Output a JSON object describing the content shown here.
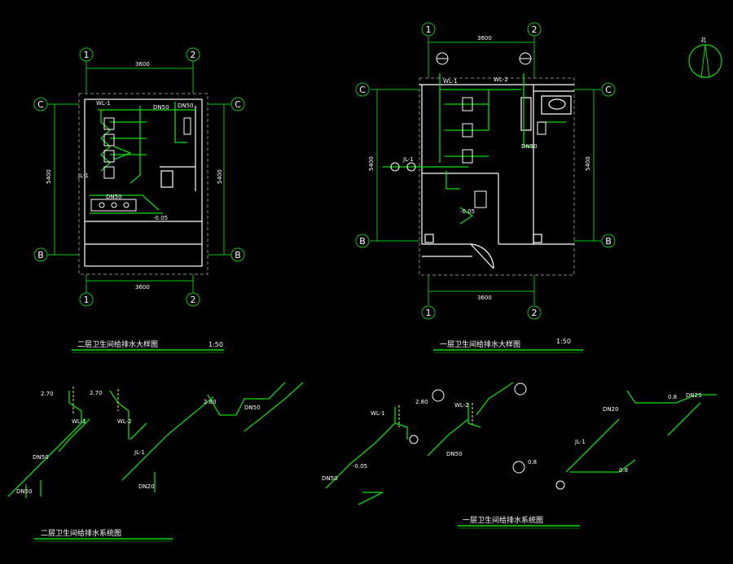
{
  "colors": {
    "background": "#000000",
    "pipe": "#00e000",
    "wall": "#ffffff",
    "axis": "#00c800",
    "label": "#ffffff",
    "dim": "#ffff00"
  },
  "titles": {
    "plan_2f": "二层卫生间给排水大样图",
    "plan_2f_scale": "1:50",
    "plan_1f": "一层卫生间给排水大样图",
    "plan_1f_scale": "1:50",
    "sys_2f": "二层卫生间给排水系统图",
    "sys_1f": "一层卫生间给排水系统图"
  },
  "axes": {
    "col1": "1",
    "col2": "2",
    "rowC": "C",
    "rowB": "B"
  },
  "dims": {
    "plan_width": "3600",
    "plan_height": "5400"
  },
  "north_label": "北"
}
